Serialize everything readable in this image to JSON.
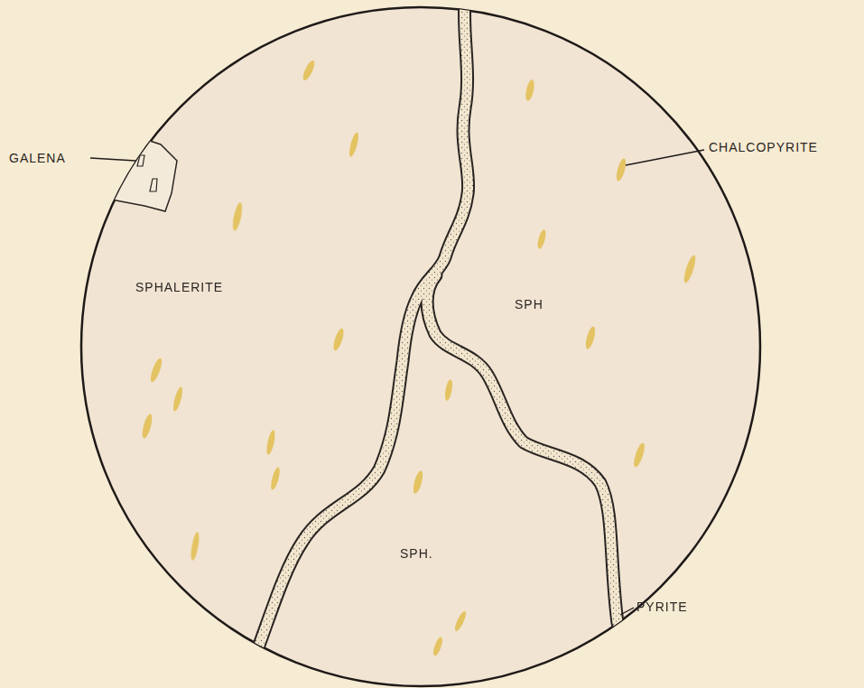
{
  "diagram": {
    "labels": [
      "GALENA",
      "CHALCOPYRITE",
      "SPHALERITE",
      "SPH",
      "SPH.",
      "PYRITE"
    ]
  }
}
